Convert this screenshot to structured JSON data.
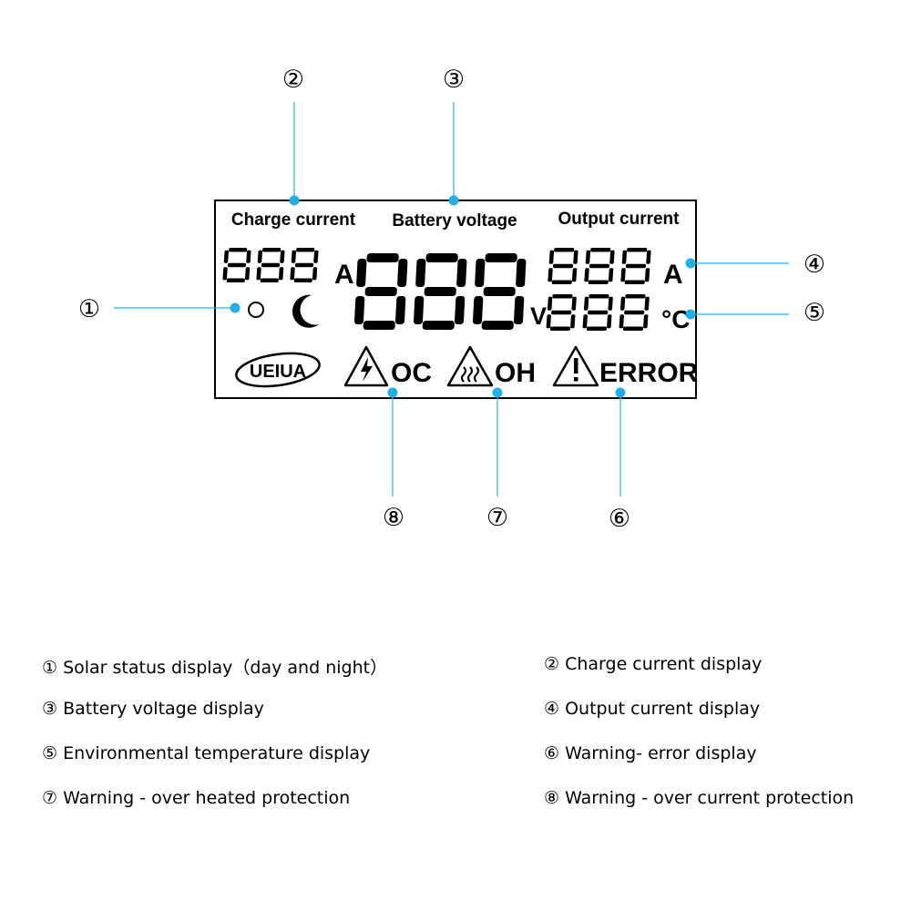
{
  "lcd": {
    "labels": {
      "charge_current": "Charge current",
      "battery_voltage": "Battery voltage",
      "output_current": "Output current"
    },
    "digits": {
      "charge": "888",
      "battery": "888",
      "output": "888",
      "temperature": "888"
    },
    "units": {
      "charge": "A",
      "battery": "V",
      "output": "A",
      "temperature": "°C"
    },
    "brand": "UEIUA",
    "warnings": {
      "oc": "OC",
      "oh": "OH",
      "error": "ERROR"
    }
  },
  "callouts": [
    "①",
    "②",
    "③",
    "④",
    "⑤",
    "⑥",
    "⑦",
    "⑧"
  ],
  "legend": [
    "① Solar status display（day and night）",
    "② Charge current display",
    "③ Battery voltage display",
    "④ Output current display",
    "⑤ Environmental temperature display",
    "⑥ Warning- error display",
    "⑦ Warning - over heated protection",
    "⑧ Warning - over current protection"
  ],
  "colors": {
    "leader_line": "#2bb4e8",
    "ink": "#000000"
  }
}
